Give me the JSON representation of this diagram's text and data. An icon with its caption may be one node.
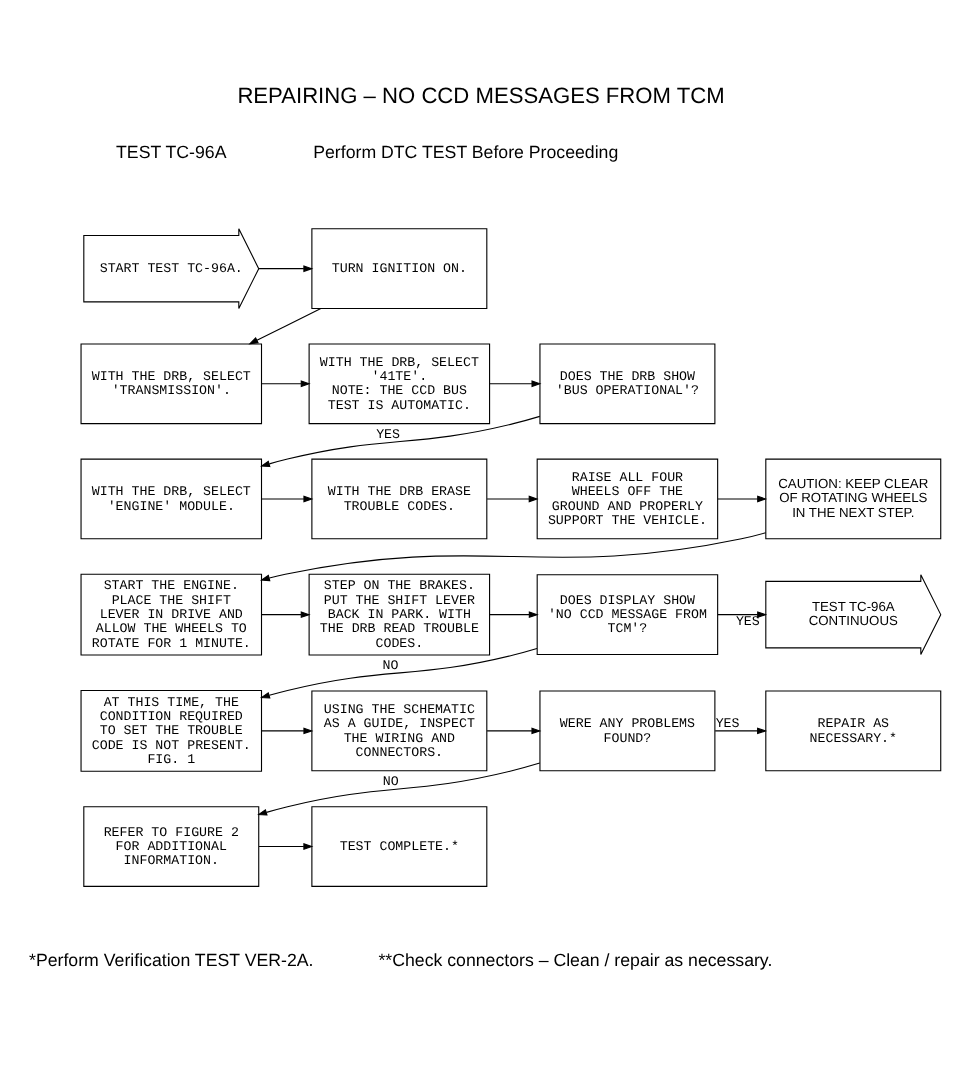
{
  "diagram": {
    "title": "REPAIRING – NO CCD MESSAGES FROM TCM",
    "nodes": [
      {
        "text": [
          "START TEST TC-96A."
        ]
      },
      {
        "text": [
          "TURN IGNITION ON."
        ]
      },
      {
        "text": [
          "WITH THE DRB, SELECT 'TRANSMISSION'."
        ]
      },
      {
        "text": [
          "WITH THE DRB, SELECT '41TE'.",
          "NOTE: THE CCD BUS TEST IS AUTOMATIC."
        ]
      },
      {
        "text": [
          "DOES THE DRB SHOW 'BUS OPERATIONAL'?"
        ]
      },
      {
        "text": [
          "WITH THE DRB, SELECT 'ENGINE' MODULE."
        ]
      },
      {
        "text": [
          "WITH THE DRB ERASE TROUBLE CODES."
        ]
      },
      {
        "text": [
          "RAISE ALL FOUR WHEELS OFF THE GROUND AND PROPERLY SUPPORT THE VEHICLE."
        ]
      },
      {
        "text": [
          "CAUTION: KEEP CLEAR OF ROTATING WHEELS IN THE NEXT STEP."
        ]
      },
      {
        "text": [
          "START THE ENGINE. PLACE THE SHIFT LEVER IN DRIVE AND ALLOW THE WHEELS TO ROTATE FOR 1 MINUTE."
        ]
      },
      {
        "text": [
          "STEP ON THE BRAKES. PUT THE SHIFT LEVER BACK IN PARK. WITH THE DRB READ TROUBLE CODES."
        ]
      },
      {
        "text": [
          "DOES DISPLAY SHOW 'NO CCD MESSAGE FROM TCM'?"
        ]
      },
      {
        "text": [
          "TEST TC-96A",
          "CONTINUOUS"
        ]
      },
      {
        "text": [
          "AT THIS TIME, THE CONDITION REQUIRED TO SET THE TROUBLE CODE IS NOT PRESENT. FIG. 1"
        ]
      },
      {
        "text": [
          "USING THE SCHEMATIC AS A GUIDE, INSPECT THE WIRING AND CONNECTORS."
        ]
      },
      {
        "text": [
          "WERE ANY PROBLEMS FOUND?"
        ]
      },
      {
        "text": [
          "REPAIR AS NECESSARY.*"
        ]
      },
      {
        "text": [
          "REFER TO FIGURE 2 FOR ADDITIONAL INFORMATION."
        ]
      },
      {
        "text": [
          "TEST COMPLETE.*"
        ]
      }
    ],
    "edges": [
      {
        "from": 0,
        "to": 1,
        "arrow": "to"
      },
      {
        "from": 1,
        "to": 2,
        "arrow": "to"
      },
      {
        "from": 2,
        "to": 3,
        "arrow": "to"
      },
      {
        "from": 3,
        "to": 4,
        "arrow": "to"
      },
      {
        "from": 4,
        "to": 5,
        "arrow": "to",
        "label": "YES"
      },
      {
        "from": 5,
        "to": 6,
        "arrow": "to"
      },
      {
        "from": 6,
        "to": 7,
        "arrow": "to"
      },
      {
        "from": 7,
        "to": 8,
        "arrow": "to"
      },
      {
        "from": 8,
        "to": 9,
        "arrow": "to"
      },
      {
        "from": 9,
        "to": 10,
        "arrow": "to"
      },
      {
        "from": 10,
        "to": 11,
        "arrow": "to"
      },
      {
        "from": 11,
        "to": 12,
        "arrow": "to",
        "label": "YES"
      },
      {
        "from": 11,
        "to": 13,
        "arrow": "to",
        "label": "NO"
      },
      {
        "from": 13,
        "to": 14,
        "arrow": "to"
      },
      {
        "from": 14,
        "to": 15,
        "arrow": "to"
      },
      {
        "from": 15,
        "to": 16,
        "arrow": "to",
        "label": "YES"
      },
      {
        "from": 15,
        "to": 17,
        "arrow": "to",
        "label": "NO"
      },
      {
        "from": 17,
        "to": 18,
        "arrow": "to"
      }
    ],
    "labels": [
      "TEST TC-96A",
      "Perform DTC TEST Before Proceeding",
      "*Perform Verification TEST VER-2A.",
      "**Check connectors – Clean / repair as necessary."
    ]
  }
}
